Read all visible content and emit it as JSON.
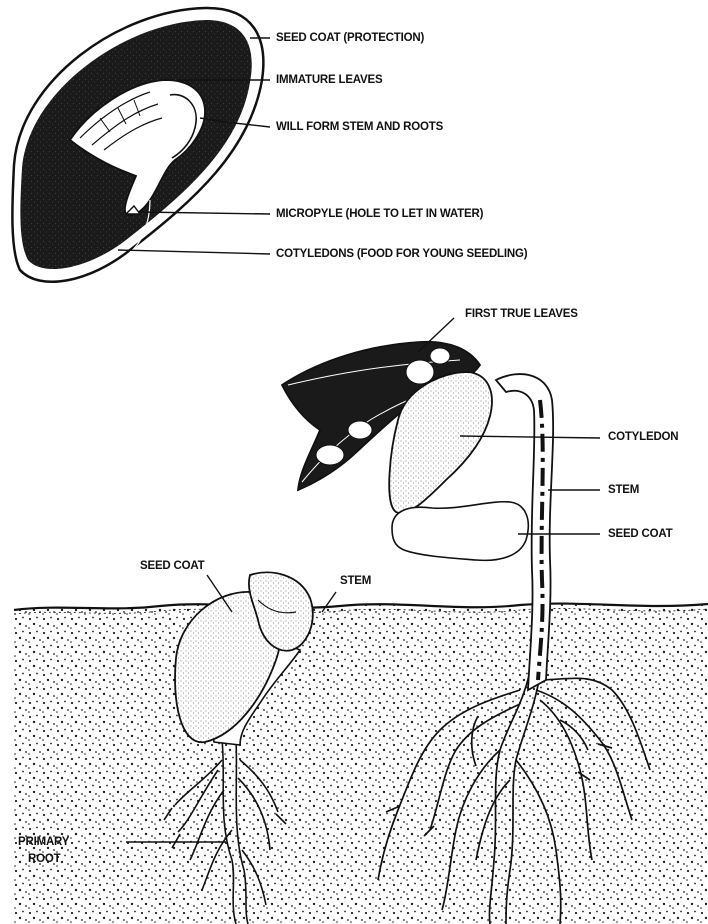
{
  "seed_labels": {
    "seed_coat": "SEED COAT (PROTECTION)",
    "immature_leaves": "IMMATURE LEAVES",
    "stem_roots": "WILL FORM STEM AND ROOTS",
    "micropyle": "MICROPYLE (HOLE TO LET IN WATER)",
    "cotyledons": "COTYLEDONS (FOOD FOR YOUNG SEEDLING)"
  },
  "seedling_labels": {
    "first_true_leaves": "FIRST TRUE LEAVES",
    "cotyledon": "COTYLEDON",
    "stem": "STEM",
    "seed_coat": "SEED COAT"
  },
  "sprout_labels": {
    "seed_coat": "SEED COAT",
    "stem": "STEM",
    "primary_root_line1": "PRIMARY",
    "primary_root_line2": "ROOT"
  },
  "colors": {
    "ink": "#111111",
    "seed_fill": "#1a1a1a",
    "soil_dot": "#222222",
    "background": "#ffffff"
  }
}
